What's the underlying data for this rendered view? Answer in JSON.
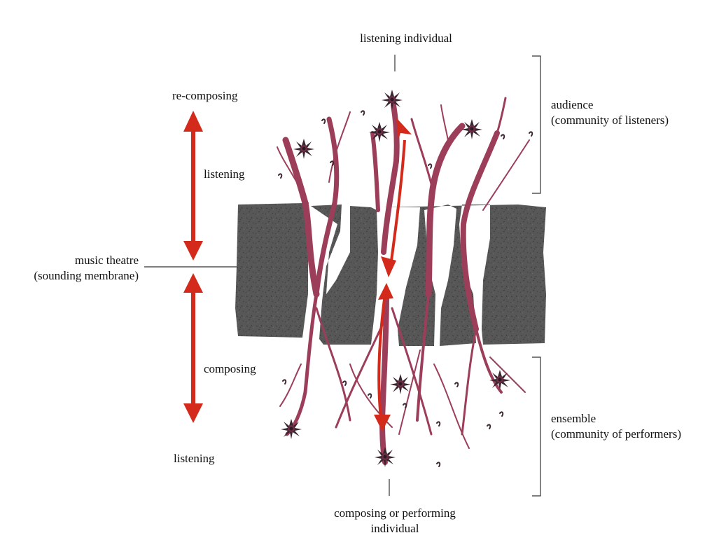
{
  "labels": {
    "listening_individual": "listening individual",
    "re_composing": "re-composing",
    "listening_top": "listening",
    "music_theatre_line1": "music theatre",
    "music_theatre_line2": "(sounding membrane)",
    "composing": "composing",
    "listening_bottom": "listening",
    "audience_line1": "audience",
    "audience_line2": "(community of listeners)",
    "ensemble_line1": "ensemble",
    "ensemble_line2": "(community of performers)",
    "composer_line1": "composing or performing",
    "composer_line2": "individual"
  },
  "colors": {
    "arrow_red": "#d42a1c",
    "root_maroon": "#9c3e5a",
    "membrane_gray": "#575757",
    "bracket_gray": "#333333",
    "flower_dark": "#3a2630"
  }
}
